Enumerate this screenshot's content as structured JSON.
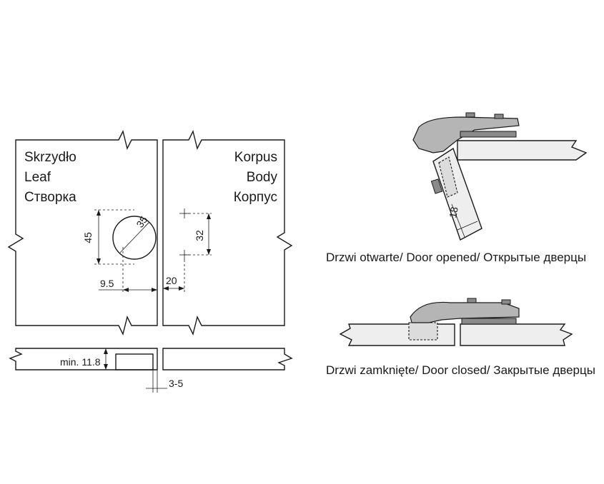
{
  "leaf_labels": {
    "pl": "Skrzydło",
    "en": "Leaf",
    "ru": "Створка"
  },
  "body_labels": {
    "pl": "Korpus",
    "en": "Body",
    "ru": "Корпус"
  },
  "dimensions": {
    "cup_diameter": "35",
    "height_45": "45",
    "edge_9_5": "9.5",
    "height_32": "32",
    "edge_20": "20",
    "min_thickness": "min. 11.8",
    "gap": "3-5",
    "depth_18": "18"
  },
  "captions": {
    "door_opened": "Drzwi otwarte/ Door opened/ Открытые дверцы",
    "door_closed": "Drzwi zamknięte/ Door closed/ Закрытые  дверцы"
  }
}
